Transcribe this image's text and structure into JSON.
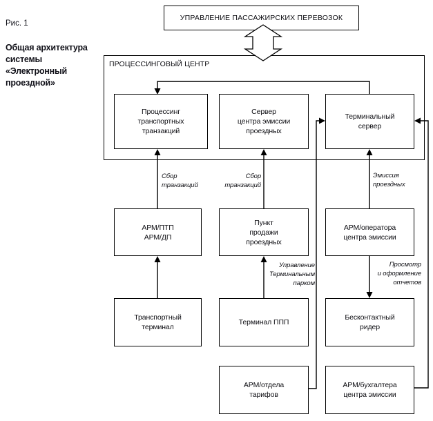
{
  "figure": {
    "fig_label": "Рис. 1",
    "caption": "Общая архитектура\nсистемы\n«Электронный\nпроездной»"
  },
  "diagram": {
    "top_box": "УПРАВЛЕНИЕ ПАССАЖИРСКИХ ПЕРЕВОЗОК",
    "container_label": "ПРОЦЕССИНГОВЫЙ ЦЕНТР",
    "nodes": {
      "processing": "Процессинг\nтранспортных\nтранзакций",
      "emission_server": "Сервер\nцентра эмиссии\nпроездных",
      "terminal_server": "Терминальный\nсервер",
      "arm_ptp": "АРМ/ПТП\nАРМ/ДП",
      "sales_point": "Пункт\nпродажи\nпроездных",
      "arm_operator": "АРМ/оператора\nцентра эмиссии",
      "transport_terminal": "Транспортный\nтерминал",
      "terminal_ppp": "Терминал ППП",
      "contactless_reader": "Бесконтактный\nридер",
      "arm_tariffs": "АРМ/отдела\nтарифов",
      "arm_accountant": "АРМ/бухгалтера\nцентра эмиссии"
    },
    "edge_labels": {
      "collect_left": "Сбор\nтранзакций",
      "collect_mid": "Сбор\nтранзакций",
      "emission": "Эмиссия\nпроездных",
      "manage_park": "Управление\nТерминальным\nпарком",
      "reports": "Просмотр\nи оформление\nотчетов"
    },
    "arrow_glyph": "double-vertical-arrow"
  },
  "colors": {
    "ink": "#000000",
    "caption_ink": "#101018",
    "background": "#ffffff"
  }
}
